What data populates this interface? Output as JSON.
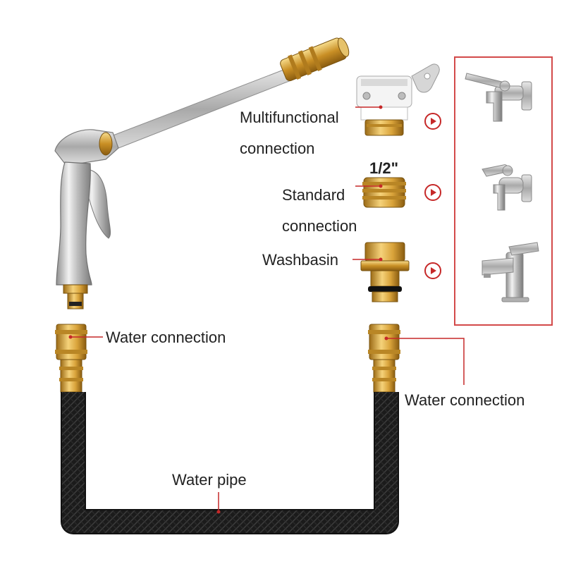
{
  "labels": {
    "multifunctional_line1": "Multifunctional",
    "multifunctional_line2": "connection",
    "half_inch": "1/2\"",
    "standard_line1": "Standard",
    "standard_line2": "connection",
    "washbasin": "Washbasin",
    "water_connection_left": "Water connection",
    "water_connection_right": "Water connection",
    "water_pipe": "Water pipe"
  },
  "colors": {
    "accent_red": "#c62828",
    "frame_red": "#d34a4a",
    "brass": "#d4a23a",
    "chrome": "#c8c8c8",
    "hose": "#1a1a1a"
  }
}
